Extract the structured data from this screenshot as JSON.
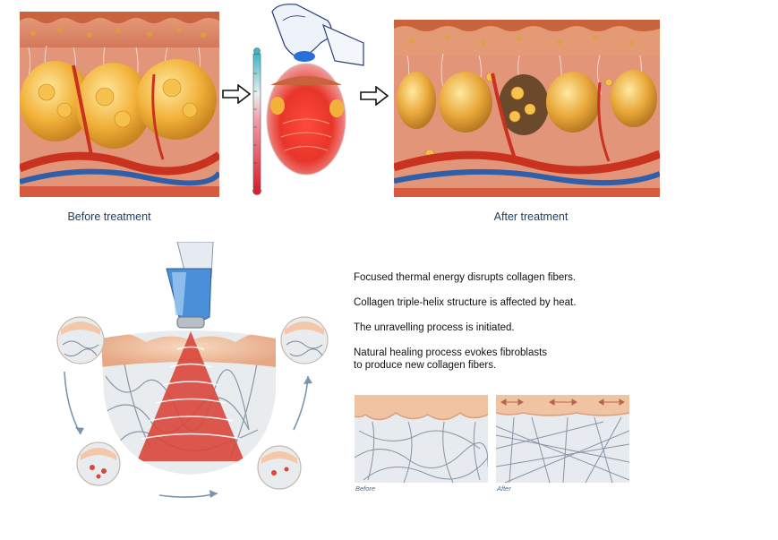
{
  "captions": {
    "before": "Before treatment",
    "after": "After treatment"
  },
  "descriptions": [
    "Focused thermal energy disrupts collagen fibers.",
    "Collagen triple-helix structure is affected by heat.",
    "The unravelling process is initiated.",
    "Natural healing process evokes fibroblasts",
    "to produce new collagen fibers."
  ],
  "comparison": {
    "before_label": "Before",
    "after_label": "After"
  },
  "colors": {
    "caption_text": "#1e3f66",
    "fat_yellow": "#f2b23a",
    "vessel_red": "#c8321e",
    "vein_blue": "#2e5fa8",
    "heat_red": "#e8352a",
    "skin_peach": "#f3c7a8"
  },
  "icons": {
    "arrow_right": "arrow-right-outline",
    "thermometer": "thermometer",
    "probe": "ultrasound-probe"
  }
}
